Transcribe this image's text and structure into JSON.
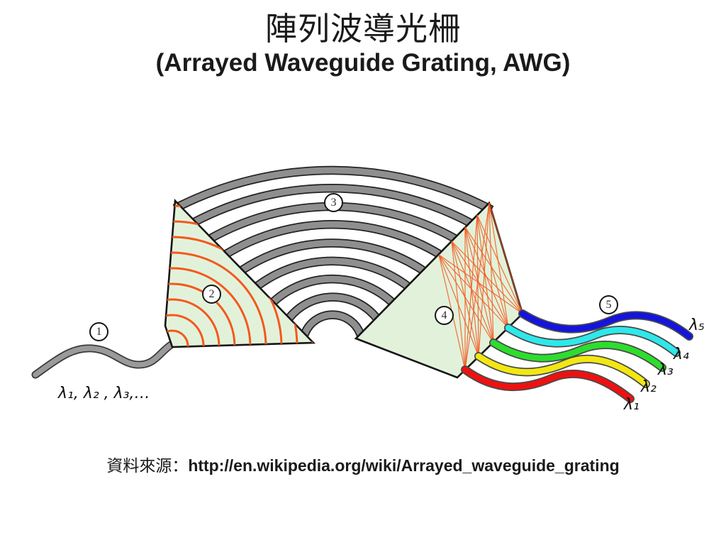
{
  "slide": {
    "title_zh": "陣列波導光柵",
    "title_en": "(Arrayed Waveguide Grating, AWG)",
    "caption_prefix": "資料來源：",
    "caption_url": "http://en.wikipedia.org/wiki/Arrayed_waveguide_grating"
  },
  "diagram": {
    "input_label": "λ₁, λ₂ , λ₃,…",
    "markers": [
      "1",
      "2",
      "3",
      "4",
      "5"
    ],
    "colors": {
      "waveguide_gray": "#8f8f8f",
      "input_fiber_gray": "#9a9a9a",
      "coupler_fill": "#e2f2da",
      "wavefront_orange": "#f4581e"
    },
    "fibers": [
      {
        "name": "lambda5",
        "color": "#1414dd",
        "label": "λ₅"
      },
      {
        "name": "lambda4",
        "color": "#2ee8ea",
        "label": "λ₄"
      },
      {
        "name": "lambda3",
        "color": "#2ddd2d",
        "label": "λ₃"
      },
      {
        "name": "lambda2",
        "color": "#f2e713",
        "label": "λ₂"
      },
      {
        "name": "lambda1",
        "color": "#ee1111",
        "label": "λ₁"
      }
    ]
  }
}
